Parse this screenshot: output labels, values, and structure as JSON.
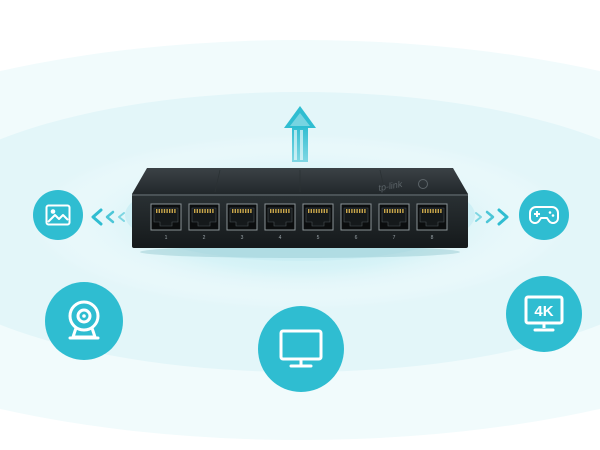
{
  "device": {
    "brand": "tp-link",
    "ports": [
      "1",
      "2",
      "3",
      "4",
      "5",
      "6",
      "7",
      "8"
    ]
  },
  "icons": {
    "resolution_badge": "4K",
    "items": [
      "image-icon",
      "gamepad-icon",
      "webcam-icon",
      "monitor-icon",
      "4k-display-icon",
      "upload-arrow-icon"
    ]
  },
  "colors": {
    "accent": "#2fbdd1",
    "glow": "#d3f1f5",
    "device_body": "#1e2326",
    "white": "#ffffff"
  }
}
